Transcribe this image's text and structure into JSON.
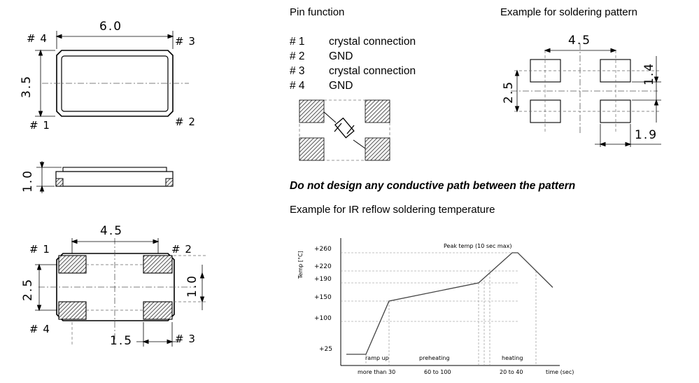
{
  "top_view": {
    "width_label": "6.0",
    "height_label": "3.5",
    "pins": [
      "# 4",
      "# 3",
      "# 1",
      "# 2"
    ]
  },
  "side_view": {
    "thickness_label": "1.0"
  },
  "bottom_view": {
    "pad_spacing": "4.5",
    "pad_pitch_v": "2.5",
    "pad_height": "1.0",
    "pad_width": "1.5",
    "pins": [
      "# 1",
      "# 2",
      "# 4",
      "# 3"
    ]
  },
  "pin_function": {
    "title": "Pin function",
    "rows": [
      {
        "num": "# 1",
        "desc": "crystal connection"
      },
      {
        "num": "# 2",
        "desc": "GND"
      },
      {
        "num": "# 3",
        "desc": "crystal connection"
      },
      {
        "num": "# 4",
        "desc": "GND"
      }
    ]
  },
  "soldering_pattern": {
    "title": "Example for soldering pattern",
    "h_dim": "4.5",
    "v_dim": "2.5",
    "pad_h": "1.4",
    "pad_w": "1.9"
  },
  "warning": "Do not design any conductive path between the pattern",
  "reflow": {
    "title": "Example for IR reflow soldering temperature",
    "peak_label": "Peak temp (10 sec max)",
    "ylabel": "Temp [°C]",
    "xlabel": "time (sec)",
    "ticks": [
      "+260",
      "+220",
      "+190",
      "+150",
      "+100",
      "+25"
    ],
    "phases": [
      "ramp up",
      "preheating",
      "heating"
    ],
    "durations": [
      "more than 30",
      "60 to 100",
      "20 to 40"
    ]
  },
  "chart_data": {
    "type": "line",
    "title": "Example for IR reflow soldering temperature",
    "xlabel": "time (sec)",
    "ylabel": "Temp [°C]",
    "y_ticks": [
      25,
      100,
      150,
      190,
      220,
      260
    ],
    "series": [
      {
        "values": [
          25,
          25,
          150,
          190,
          260,
          260,
          180
        ]
      }
    ]
  }
}
